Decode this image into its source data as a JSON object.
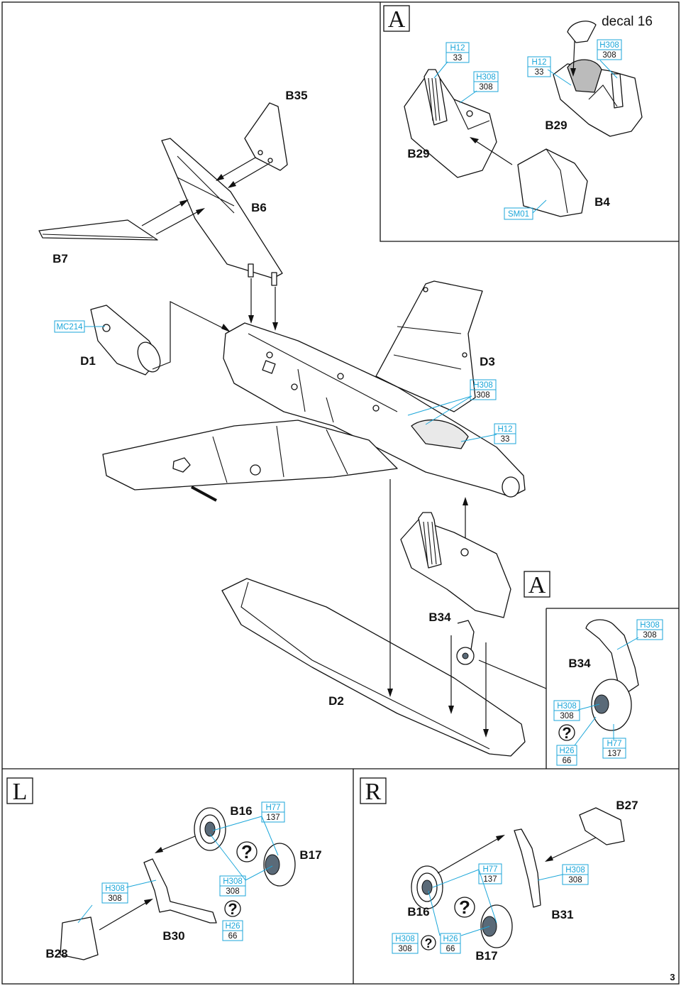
{
  "page_number": "3",
  "sections": {
    "A_top": "A",
    "A_ref": "A",
    "L": "L",
    "R": "R"
  },
  "parts": {
    "B35": "B35",
    "B6": "B6",
    "B7": "B7",
    "D1": "D1",
    "D3": "D3",
    "D2": "D2",
    "B34_main": "B34",
    "B34_detail": "B34",
    "B29_left": "B29",
    "B29_right": "B29",
    "B4": "B4",
    "decal": "decal 16",
    "L_B16": "B16",
    "L_B17": "B17",
    "L_B28": "B28",
    "L_B30": "B30",
    "R_B27": "B27",
    "R_B16": "B16",
    "R_B17": "B17",
    "R_B31": "B31"
  },
  "callouts": {
    "mc214": {
      "code": "MC214"
    },
    "sm01": {
      "code": "SM01"
    },
    "a_h12_1": {
      "code": "H12",
      "num": "33"
    },
    "a_h308_1": {
      "code": "H308",
      "num": "308"
    },
    "a_h12_2": {
      "code": "H12",
      "num": "33"
    },
    "a_h308_2": {
      "code": "H308",
      "num": "308"
    },
    "d3_h308": {
      "code": "H308",
      "num": "308"
    },
    "d3_h12": {
      "code": "H12",
      "num": "33"
    },
    "b34_h308_top": {
      "code": "H308",
      "num": "308"
    },
    "b34_h308_hub": {
      "code": "H308",
      "num": "308"
    },
    "b34_h26": {
      "code": "H26",
      "num": "66"
    },
    "b34_h77": {
      "code": "H77",
      "num": "137"
    },
    "l_h77": {
      "code": "H77",
      "num": "137"
    },
    "l_h308_wheel": {
      "code": "H308",
      "num": "308"
    },
    "l_h26": {
      "code": "H26",
      "num": "66"
    },
    "l_h308_leg": {
      "code": "H308",
      "num": "308"
    },
    "r_h77": {
      "code": "H77",
      "num": "137"
    },
    "r_h308_leg": {
      "code": "H308",
      "num": "308"
    },
    "r_h308_wheel": {
      "code": "H308",
      "num": "308"
    },
    "r_h26": {
      "code": "H26",
      "num": "66"
    }
  },
  "question_mark": "?",
  "colors": {
    "callout": "#1ba6d9",
    "line": "#111111",
    "hub": "#5a6a78"
  }
}
